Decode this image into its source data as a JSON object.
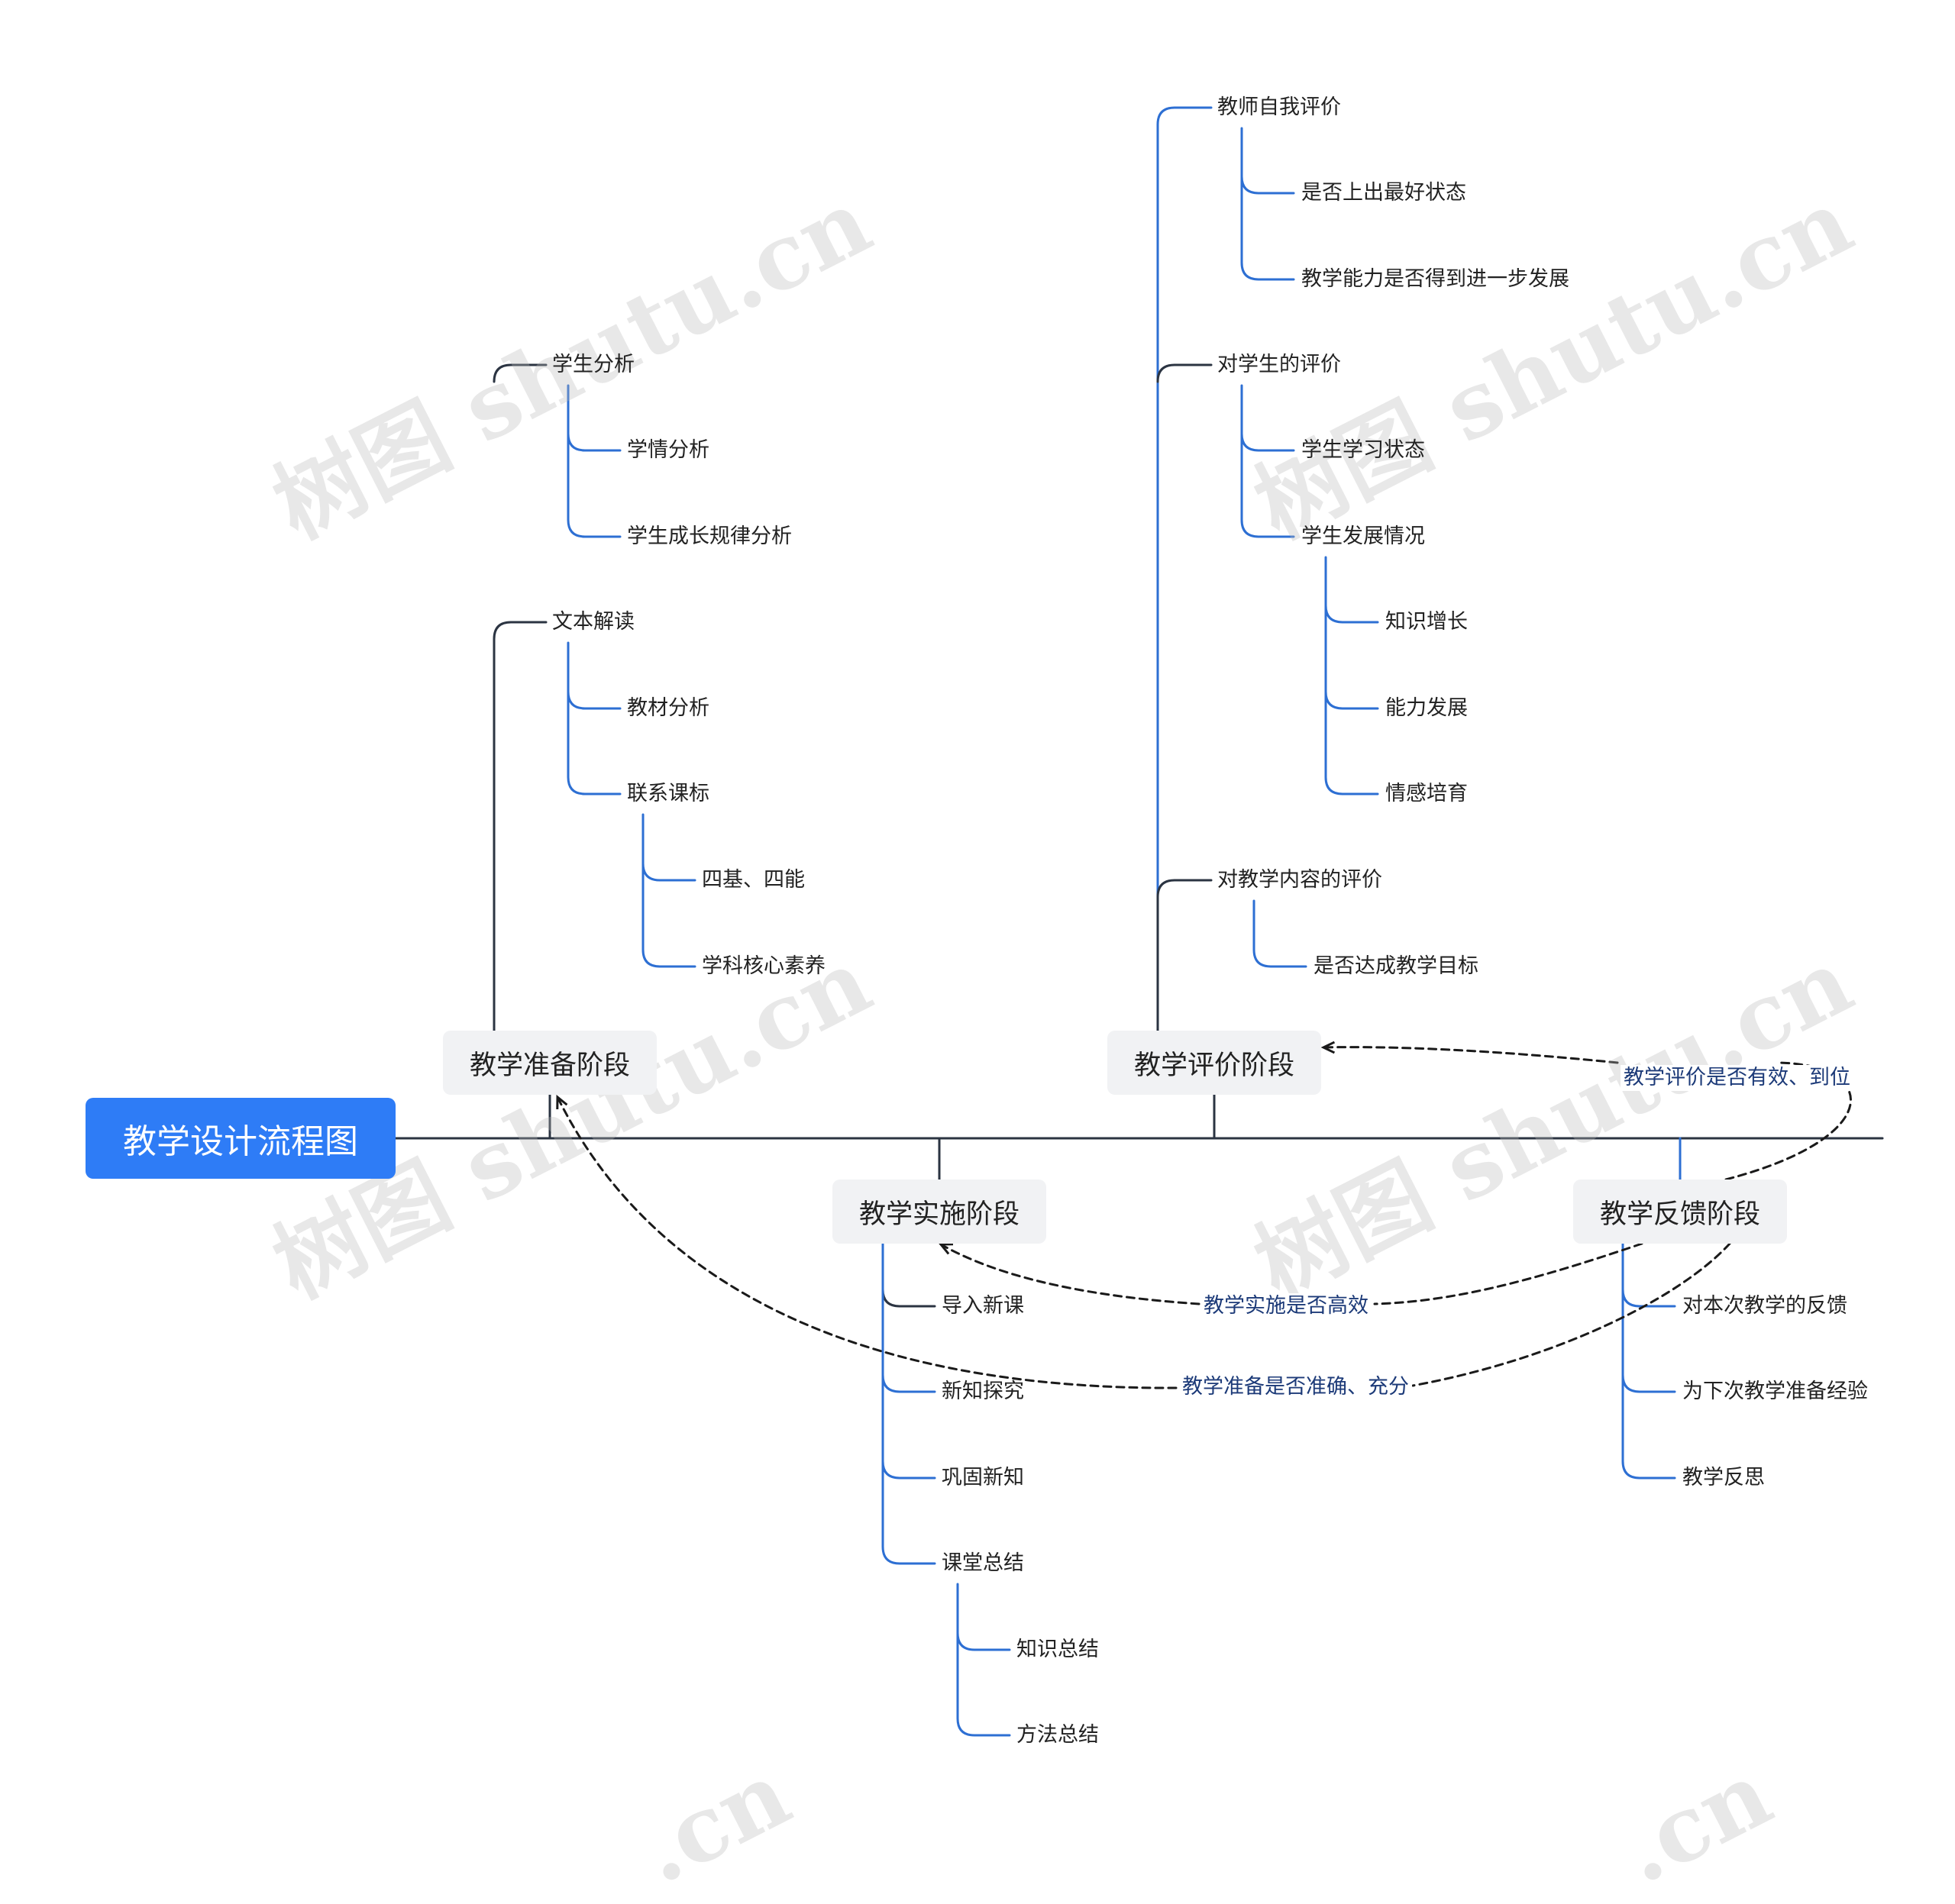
{
  "title": "教学设计流程图",
  "stages": {
    "prep": {
      "label": "教学准备阶段",
      "groups": [
        {
          "label": "学生分析",
          "items": [
            {
              "label": "学情分析"
            },
            {
              "label": "学生成长规律分析"
            }
          ]
        },
        {
          "label": "文本解读",
          "items": [
            {
              "label": "教材分析"
            },
            {
              "label": "联系课标",
              "items": [
                {
                  "label": "四基、四能"
                },
                {
                  "label": "学科核心素养"
                }
              ]
            }
          ]
        }
      ]
    },
    "impl": {
      "label": "教学实施阶段",
      "items": [
        {
          "label": "导入新课"
        },
        {
          "label": "新知探究"
        },
        {
          "label": "巩固新知"
        },
        {
          "label": "课堂总结",
          "items": [
            {
              "label": "知识总结"
            },
            {
              "label": "方法总结"
            }
          ]
        }
      ]
    },
    "eval": {
      "label": "教学评价阶段",
      "groups": [
        {
          "label": "教师自我评价",
          "items": [
            {
              "label": "是否上出最好状态"
            },
            {
              "label": "教学能力是否得到进一步发展"
            }
          ]
        },
        {
          "label": "对学生的评价",
          "items": [
            {
              "label": "学生学习状态"
            },
            {
              "label": "学生发展情况",
              "items": [
                {
                  "label": "知识增长"
                },
                {
                  "label": "能力发展"
                },
                {
                  "label": "情感培育"
                }
              ]
            }
          ]
        },
        {
          "label": "对教学内容的评价",
          "items": [
            {
              "label": "是否达成教学目标"
            }
          ]
        }
      ]
    },
    "feedback": {
      "label": "教学反馈阶段",
      "items": [
        {
          "label": "对本次教学的反馈"
        },
        {
          "label": "为下次教学准备经验"
        },
        {
          "label": "教学反思"
        }
      ]
    }
  },
  "relations": {
    "eval_check": "教学评价是否有效、到位",
    "impl_check": "教学实施是否高效",
    "prep_check": "教学准备是否准确、充分"
  },
  "watermark": "树图 shutu.cn",
  "watermark_fragment": ".cn",
  "colors": {
    "root": "#2e7cf6",
    "branch": "#2d6fd3",
    "dark": "#2b3442",
    "relation_text": "#1c3a78"
  }
}
